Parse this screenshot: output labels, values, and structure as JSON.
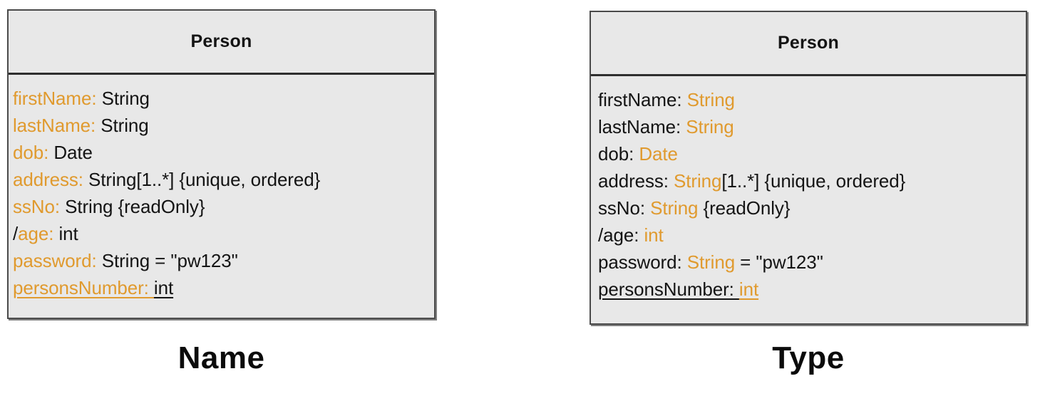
{
  "diagram": {
    "type": "uml-class-diagram",
    "accent_color": "#e09a2e",
    "text_color": "#141414",
    "box_fill": "#e8e8e8",
    "box_border": "#4a4a4a",
    "page_background": "#ffffff"
  },
  "panels": [
    {
      "id": "name-highlight",
      "caption": "Name",
      "class_name": "Person",
      "highlight_target": "attribute names",
      "attributes": [
        {
          "runs": [
            {
              "text": "firstName: ",
              "accent": true
            },
            {
              "text": "String",
              "accent": false
            }
          ],
          "static": false
        },
        {
          "runs": [
            {
              "text": "lastName: ",
              "accent": true
            },
            {
              "text": "String",
              "accent": false
            }
          ],
          "static": false
        },
        {
          "runs": [
            {
              "text": "dob: ",
              "accent": true
            },
            {
              "text": "Date",
              "accent": false
            }
          ],
          "static": false
        },
        {
          "runs": [
            {
              "text": "address: ",
              "accent": true
            },
            {
              "text": "String[1..*] {unique, ordered}",
              "accent": false
            }
          ],
          "static": false
        },
        {
          "runs": [
            {
              "text": "ssNo: ",
              "accent": true
            },
            {
              "text": "String {readOnly}",
              "accent": false
            }
          ],
          "static": false
        },
        {
          "runs": [
            {
              "text": "/",
              "accent": false
            },
            {
              "text": "age: ",
              "accent": true
            },
            {
              "text": "int",
              "accent": false
            }
          ],
          "static": false
        },
        {
          "runs": [
            {
              "text": "password: ",
              "accent": true
            },
            {
              "text": "String = \"pw123\"",
              "accent": false
            }
          ],
          "static": false
        },
        {
          "runs": [
            {
              "text": "personsNumber: ",
              "accent": true
            },
            {
              "text": "int",
              "accent": false
            }
          ],
          "static": true
        }
      ]
    },
    {
      "id": "type-highlight",
      "caption": "Type",
      "class_name": "Person",
      "highlight_target": "attribute types",
      "attributes": [
        {
          "runs": [
            {
              "text": "firstName: ",
              "accent": false
            },
            {
              "text": "String",
              "accent": true
            }
          ],
          "static": false
        },
        {
          "runs": [
            {
              "text": "lastName: ",
              "accent": false
            },
            {
              "text": "String",
              "accent": true
            }
          ],
          "static": false
        },
        {
          "runs": [
            {
              "text": "dob: ",
              "accent": false
            },
            {
              "text": "Date",
              "accent": true
            }
          ],
          "static": false
        },
        {
          "runs": [
            {
              "text": "address: ",
              "accent": false
            },
            {
              "text": "String",
              "accent": true
            },
            {
              "text": "[1..*] {unique, ordered}",
              "accent": false
            }
          ],
          "static": false
        },
        {
          "runs": [
            {
              "text": "ssNo: ",
              "accent": false
            },
            {
              "text": "String",
              "accent": true
            },
            {
              "text": " {readOnly}",
              "accent": false
            }
          ],
          "static": false
        },
        {
          "runs": [
            {
              "text": "/age: ",
              "accent": false
            },
            {
              "text": "int",
              "accent": true
            }
          ],
          "static": false
        },
        {
          "runs": [
            {
              "text": "password: ",
              "accent": false
            },
            {
              "text": "String",
              "accent": true
            },
            {
              "text": " = \"pw123\"",
              "accent": false
            }
          ],
          "static": false
        },
        {
          "runs": [
            {
              "text": "personsNumber: ",
              "accent": false
            },
            {
              "text": "int",
              "accent": true
            }
          ],
          "static": true
        }
      ]
    }
  ]
}
